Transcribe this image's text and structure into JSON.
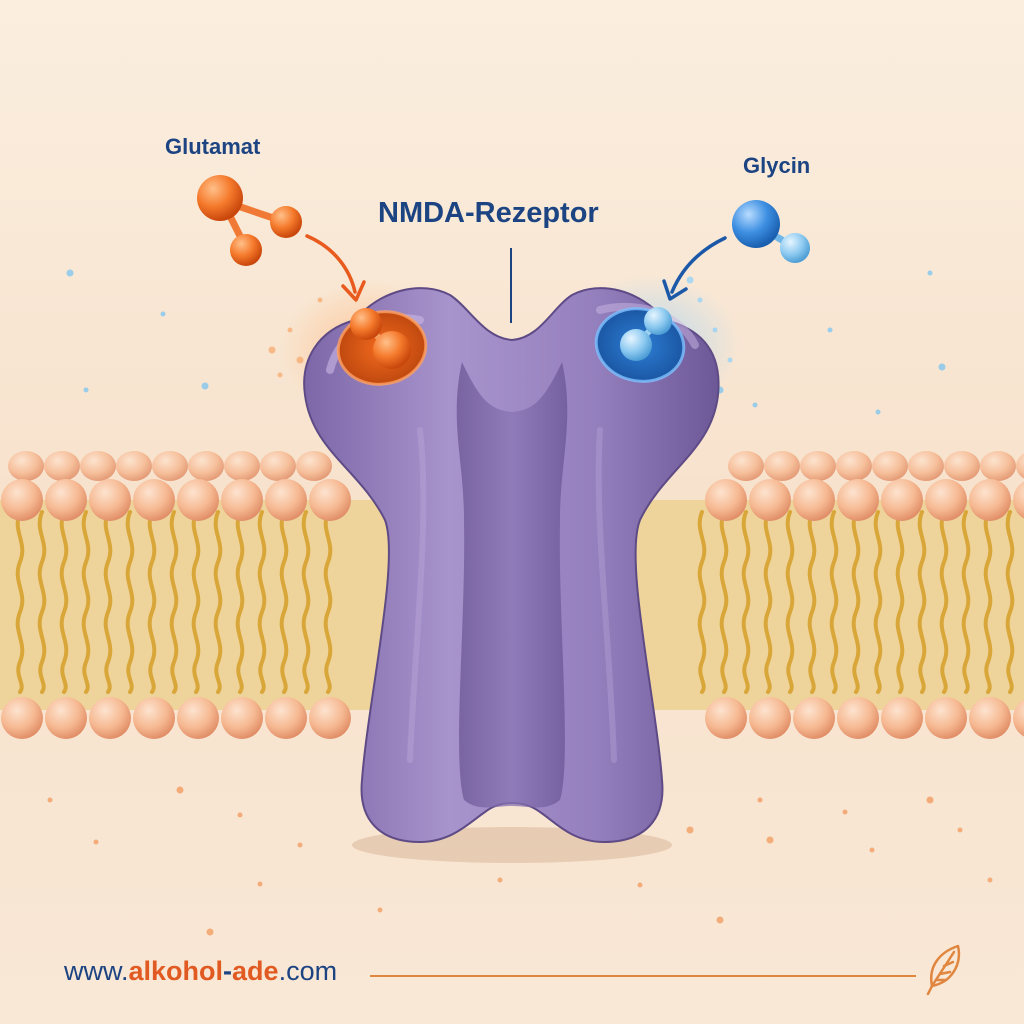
{
  "labels": {
    "glutamat": "Glutamat",
    "receptor": "NMDA-Rezeptor",
    "glycin": "Glycin"
  },
  "footer": {
    "url_prefix": "www.",
    "url_part1": "alkohol",
    "url_part2": "-",
    "url_part3": "ade",
    "url_suffix": ".com"
  },
  "colors": {
    "background": "#f8e6d4",
    "glutamate": "#f26a1e",
    "glycine": "#3a8ee0",
    "receptor": "#9a86c2",
    "lipid_head": "#f4b48e",
    "lipid_tail": "#e8b44a",
    "label": "#1c4382"
  },
  "icons": {
    "logo": "leaf-icon"
  }
}
